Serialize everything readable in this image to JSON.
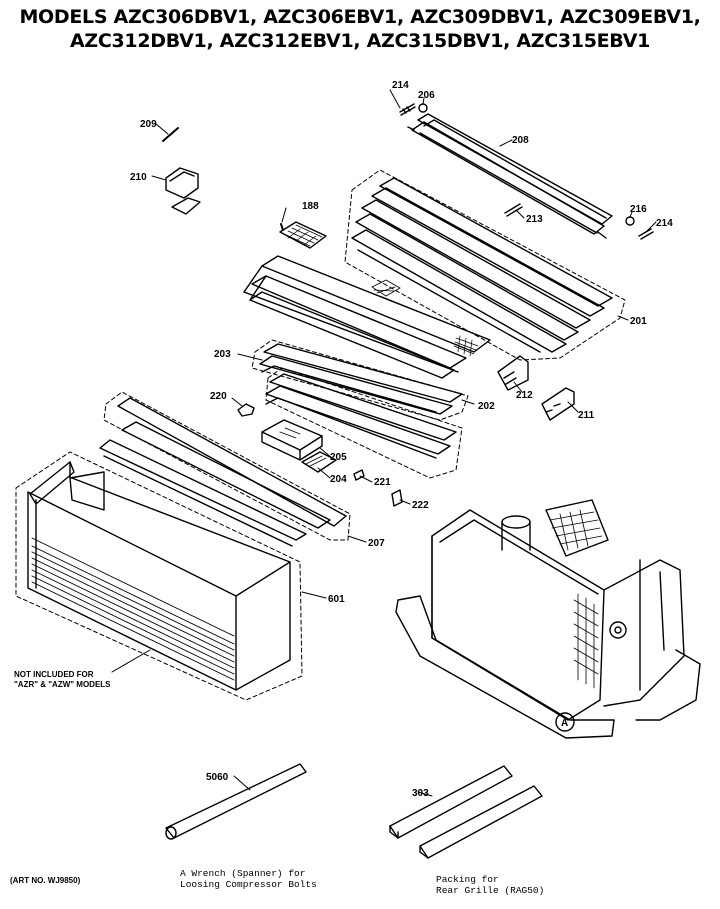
{
  "title": {
    "line1": "MODELS AZC306DBV1, AZC306EBV1, AZC309DBV1, AZC309EBV1,",
    "line2": "AZC312DBV1, AZC312EBV1, AZC315DBV1, AZC315EBV1"
  },
  "part_labels": [
    "214",
    "206",
    "209",
    "208",
    "210",
    "213",
    "216",
    "214",
    "188",
    "201",
    "203",
    "212",
    "220",
    "202",
    "211",
    "205",
    "204",
    "221",
    "222",
    "207",
    "601",
    "5060",
    "303"
  ],
  "callout_circle": "A",
  "notes": {
    "not_included_line1": "NOT INCLUDED FOR",
    "not_included_line2": "\"AZR\" & \"AZW\" MODELS",
    "art_no": "(ART NO. WJ9850)",
    "wrench_line1": "A Wrench (Spanner) for",
    "wrench_line2": "Loosing Compressor Bolts",
    "packing_line1": "Packing for",
    "packing_line2": "Rear Grille (RAG50)"
  }
}
